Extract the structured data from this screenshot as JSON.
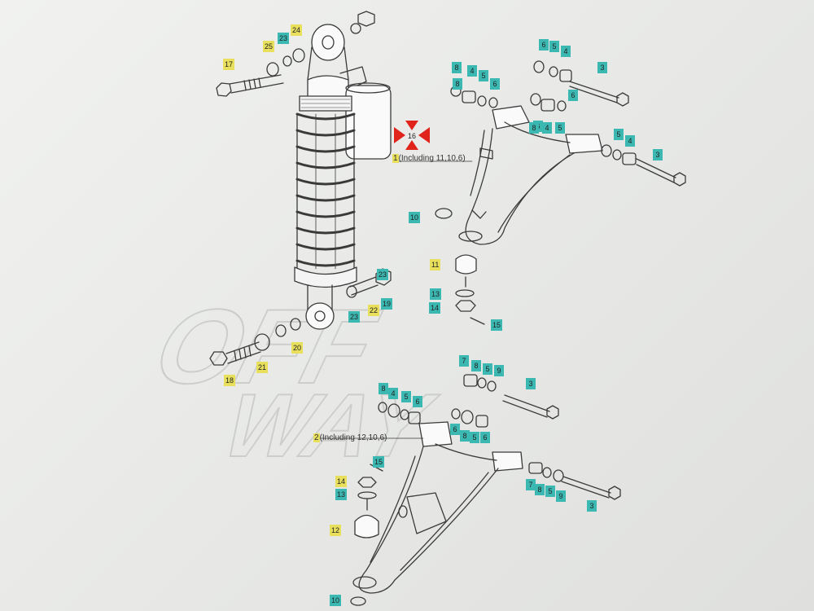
{
  "colors": {
    "teal_tag": "#3cb8b2",
    "yellow_tag": "#e8e05c",
    "line_art": "#3a3a3a",
    "marker": "#e0241c",
    "watermark": "#c9cac8"
  },
  "watermark": {
    "line1": "OFF",
    "line2": "WAY"
  },
  "assembly_captions": {
    "upper_arm": {
      "number": "1",
      "text": "(Including 11,10,6)"
    },
    "lower_arm": {
      "number": "2",
      "text": "(Including 12,10,6)"
    }
  },
  "callouts": [
    {
      "id": "c01",
      "label": "24",
      "style": "yellow"
    },
    {
      "id": "c02",
      "label": "23",
      "style": "teal"
    },
    {
      "id": "c03",
      "label": "25",
      "style": "yellow"
    },
    {
      "id": "c04",
      "label": "17",
      "style": "yellow"
    },
    {
      "id": "c05",
      "label": "8",
      "style": "teal"
    },
    {
      "id": "c06",
      "label": "6",
      "style": "teal"
    },
    {
      "id": "c07",
      "label": "5",
      "style": "teal"
    },
    {
      "id": "c08",
      "label": "4",
      "style": "teal"
    },
    {
      "id": "c09",
      "label": "3",
      "style": "teal"
    },
    {
      "id": "c10",
      "label": "8",
      "style": "teal"
    },
    {
      "id": "c11",
      "label": "4",
      "style": "teal"
    },
    {
      "id": "c12",
      "label": "5",
      "style": "teal"
    },
    {
      "id": "c13",
      "label": "6",
      "style": "teal"
    },
    {
      "id": "c14",
      "label": "6",
      "style": "teal"
    },
    {
      "id": "c15",
      "label": "8",
      "style": "teal"
    },
    {
      "id": "c16",
      "label": "4",
      "style": "teal"
    },
    {
      "id": "c17",
      "label": "5",
      "style": "teal"
    },
    {
      "id": "c18",
      "label": "6",
      "style": "teal"
    },
    {
      "id": "c19",
      "label": "5",
      "style": "teal"
    },
    {
      "id": "c20",
      "label": "4",
      "style": "teal"
    },
    {
      "id": "c21",
      "label": "3",
      "style": "teal"
    },
    {
      "id": "c22",
      "label": "16",
      "style": "plain"
    },
    {
      "id": "c23",
      "label": "10",
      "style": "teal"
    },
    {
      "id": "c24",
      "label": "11",
      "style": "yellow"
    },
    {
      "id": "c25",
      "label": "13",
      "style": "teal"
    },
    {
      "id": "c26",
      "label": "14",
      "style": "teal"
    },
    {
      "id": "c27",
      "label": "15",
      "style": "teal"
    },
    {
      "id": "c28",
      "label": "23",
      "style": "teal"
    },
    {
      "id": "c29",
      "label": "22",
      "style": "yellow"
    },
    {
      "id": "c30",
      "label": "19",
      "style": "teal"
    },
    {
      "id": "c31",
      "label": "23",
      "style": "teal"
    },
    {
      "id": "c32",
      "label": "20",
      "style": "yellow"
    },
    {
      "id": "c33",
      "label": "21",
      "style": "yellow"
    },
    {
      "id": "c34",
      "label": "18",
      "style": "yellow"
    },
    {
      "id": "c35",
      "label": "7",
      "style": "teal"
    },
    {
      "id": "c36",
      "label": "8",
      "style": "teal"
    },
    {
      "id": "c37",
      "label": "5",
      "style": "teal"
    },
    {
      "id": "c38",
      "label": "9",
      "style": "teal"
    },
    {
      "id": "c39",
      "label": "3",
      "style": "teal"
    },
    {
      "id": "c40",
      "label": "8",
      "style": "teal"
    },
    {
      "id": "c41",
      "label": "4",
      "style": "teal"
    },
    {
      "id": "c42",
      "label": "5",
      "style": "teal"
    },
    {
      "id": "c43",
      "label": "6",
      "style": "teal"
    },
    {
      "id": "c44",
      "label": "6",
      "style": "teal"
    },
    {
      "id": "c45",
      "label": "8",
      "style": "teal"
    },
    {
      "id": "c46",
      "label": "5",
      "style": "teal"
    },
    {
      "id": "c47",
      "label": "6",
      "style": "teal"
    },
    {
      "id": "c48",
      "label": "15",
      "style": "teal"
    },
    {
      "id": "c49",
      "label": "14",
      "style": "yellow"
    },
    {
      "id": "c50",
      "label": "13",
      "style": "teal"
    },
    {
      "id": "c51",
      "label": "7",
      "style": "teal"
    },
    {
      "id": "c52",
      "label": "8",
      "style": "teal"
    },
    {
      "id": "c53",
      "label": "5",
      "style": "teal"
    },
    {
      "id": "c54",
      "label": "9",
      "style": "teal"
    },
    {
      "id": "c55",
      "label": "3",
      "style": "teal"
    },
    {
      "id": "c56",
      "label": "12",
      "style": "yellow"
    },
    {
      "id": "c57",
      "label": "10",
      "style": "teal"
    }
  ]
}
